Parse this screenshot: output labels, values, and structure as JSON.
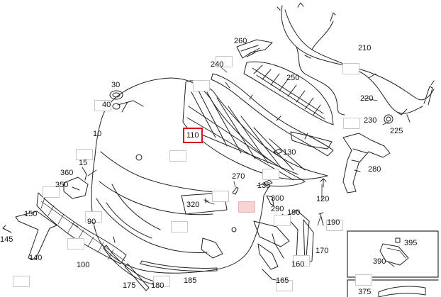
{
  "diagram": {
    "selected_part": "110",
    "part_labels": [
      {
        "id": "p260",
        "text": "260"
      },
      {
        "id": "p210",
        "text": "210"
      },
      {
        "id": "p240",
        "text": "240"
      },
      {
        "id": "p250",
        "text": "250"
      },
      {
        "id": "p220",
        "text": "220"
      },
      {
        "id": "p230",
        "text": "230"
      },
      {
        "id": "p225",
        "text": "225"
      },
      {
        "id": "p30",
        "text": "30"
      },
      {
        "id": "p40",
        "text": "40"
      },
      {
        "id": "p10",
        "text": "10"
      },
      {
        "id": "p110",
        "text": "110"
      },
      {
        "id": "p130",
        "text": "130"
      },
      {
        "id": "p15",
        "text": "15"
      },
      {
        "id": "p360",
        "text": "360"
      },
      {
        "id": "p350",
        "text": "350"
      },
      {
        "id": "p270",
        "text": "270"
      },
      {
        "id": "p280",
        "text": "280"
      },
      {
        "id": "p135",
        "text": "135"
      },
      {
        "id": "p120",
        "text": "120"
      },
      {
        "id": "p300",
        "text": "300"
      },
      {
        "id": "p320",
        "text": "320"
      },
      {
        "id": "p290",
        "text": "290"
      },
      {
        "id": "p150",
        "text": "150"
      },
      {
        "id": "p190a",
        "text": "190"
      },
      {
        "id": "p190b",
        "text": "190"
      },
      {
        "id": "p90",
        "text": "90"
      },
      {
        "id": "p145",
        "text": "145"
      },
      {
        "id": "p140",
        "text": "140"
      },
      {
        "id": "p170",
        "text": "170"
      },
      {
        "id": "p100",
        "text": "100"
      },
      {
        "id": "p160",
        "text": "160"
      },
      {
        "id": "p395",
        "text": "395"
      },
      {
        "id": "p390",
        "text": "390"
      },
      {
        "id": "p175",
        "text": "175"
      },
      {
        "id": "p180",
        "text": "180"
      },
      {
        "id": "p185",
        "text": "185"
      },
      {
        "id": "p165",
        "text": "165"
      },
      {
        "id": "p375",
        "text": "375"
      }
    ]
  }
}
